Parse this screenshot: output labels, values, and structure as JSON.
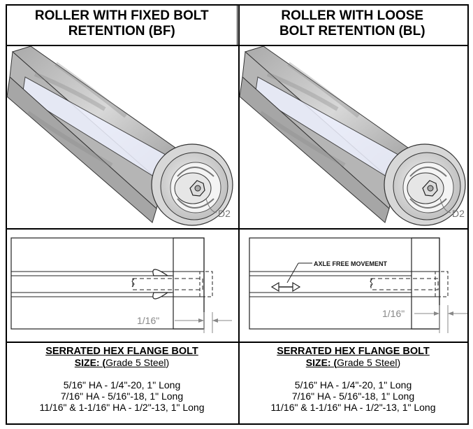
{
  "columns": [
    {
      "title_line1": "ROLLER WITH FIXED BOLT",
      "title_line2": "RETENTION (BF)",
      "callout_d2": "D2",
      "gap_label": "1/16\"",
      "spec_title": "SERRATED HEX FLANGE BOLT",
      "size_label": "SIZE: (",
      "size_value": "Grade 5 Steel",
      "size_close": ")",
      "specs": [
        "5/16\" HA - 1/4\"-20, 1\" Long",
        "7/16\" HA - 5/16\"-18, 1\" Long",
        "11/16\" & 1-1/16\" HA - 1/2\"-13, 1\" Long"
      ]
    },
    {
      "title_line1": "ROLLER WITH LOOSE",
      "title_line2": "BOLT RETENTION (BL)",
      "callout_d2": "D2",
      "gap_label": "1/16\"",
      "axle_label": "AXLE FREE MOVEMENT",
      "spec_title": "SERRATED HEX FLANGE BOLT",
      "size_label": "SIZE: (",
      "size_value": "Grade 5 Steel",
      "size_close": ")",
      "specs": [
        "5/16\" HA - 1/4\"-20, 1\" Long",
        "7/16\" HA - 5/16\"-18, 1\" Long",
        "11/16\" & 1-1/16\" HA - 1/2\"-13, 1\" Long"
      ]
    }
  ]
}
